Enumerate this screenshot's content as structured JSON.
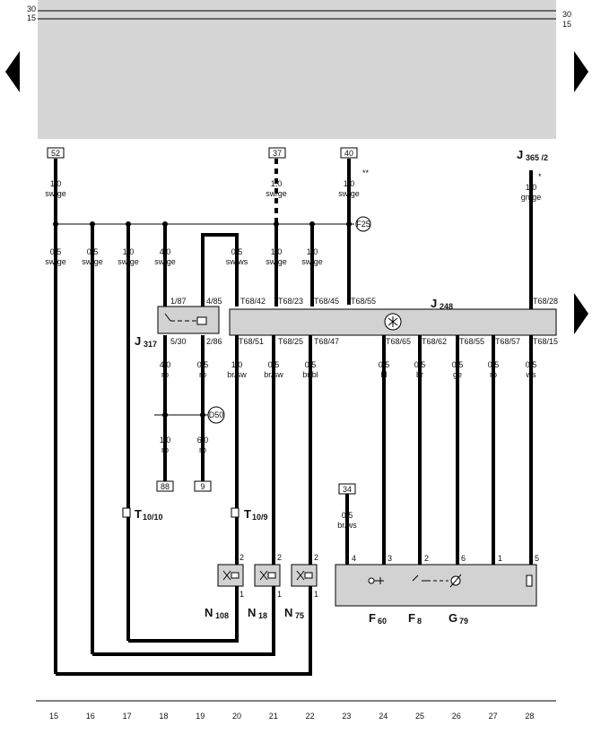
{
  "rails": {
    "left_30": "30",
    "left_15": "15",
    "right_30": "30",
    "right_15": "15"
  },
  "nav": {
    "prev_icon": "triangle-left-icon",
    "next_icon": "triangle-right-icon"
  },
  "top_terminals": {
    "t52": "52",
    "t37": "37",
    "t40": "40",
    "j365": "J",
    "j365_sub": "365 /2",
    "stars2": "**",
    "star1": "*"
  },
  "top_wires": [
    {
      "gauge": "1,0",
      "color": "sw/ge"
    },
    {
      "gauge": "1,0",
      "color": "sw/ge"
    },
    {
      "gauge": "1,0",
      "color": "sw/ge"
    },
    {
      "gauge": "1,0",
      "color": "gn/ge"
    }
  ],
  "fuse": "F25",
  "branch_wires": [
    {
      "gauge": "0,5",
      "color": "sw/ge"
    },
    {
      "gauge": "0,5",
      "color": "sw/ge"
    },
    {
      "gauge": "1,0",
      "color": "sw/ge"
    },
    {
      "gauge": "4,0",
      "color": "sw/ge"
    },
    {
      "gauge": "0,5",
      "color": "sw/ws"
    },
    {
      "gauge": "1,0",
      "color": "sw/ge"
    },
    {
      "gauge": "1,0",
      "color": "sw/ge"
    }
  ],
  "j317": {
    "label": "J",
    "sub": "317",
    "pins": [
      "1/87",
      "4/85",
      "5/30",
      "2/86"
    ]
  },
  "j248": {
    "label": "J",
    "sub": "248",
    "top_pins": [
      "T68/42",
      "T68/23",
      "T68/45",
      "T68/55",
      "T68/28"
    ],
    "bottom_pins": [
      "T68/51",
      "T68/25",
      "T68/47",
      "T68/65",
      "T68/62",
      "T68/55",
      "T68/57",
      "T68/15"
    ]
  },
  "lower_wires": [
    {
      "gauge": "4,0",
      "color": "ro"
    },
    {
      "gauge": "0,5",
      "color": "ro"
    },
    {
      "gauge": "1,0",
      "color": "br/sw"
    },
    {
      "gauge": "0,5",
      "color": "br/sw"
    },
    {
      "gauge": "0,5",
      "color": "br/bl"
    },
    {
      "gauge": "0,5",
      "color": "bl"
    },
    {
      "gauge": "0,5",
      "color": "br"
    },
    {
      "gauge": "0,5",
      "color": "ge"
    },
    {
      "gauge": "0,5",
      "color": "ro"
    },
    {
      "gauge": "0,5",
      "color": "ws"
    }
  ],
  "d50": "D50",
  "wires_88": [
    {
      "gauge": "1,0",
      "color": "ro"
    },
    {
      "gauge": "6,0",
      "color": "ro"
    }
  ],
  "terminals_bottom": {
    "t88": "88",
    "t9": "9",
    "t34": "34"
  },
  "wire_34": {
    "gauge": "0,5",
    "color": "br/ws"
  },
  "connectors": {
    "t10_10": "T",
    "t10_10_sub": "10/10",
    "t10_9": "T",
    "t10_9_sub": "10/9"
  },
  "valve_pins": {
    "top": "2",
    "bottom": "1"
  },
  "valves": [
    {
      "label": "N",
      "sub": "108"
    },
    {
      "label": "N",
      "sub": "18"
    },
    {
      "label": "N",
      "sub": "75"
    }
  ],
  "sensor_pins": [
    "4",
    "3",
    "2",
    "6",
    "1",
    "5"
  ],
  "sensors": [
    {
      "label": "F",
      "sub": "60"
    },
    {
      "label": "F",
      "sub": "8"
    },
    {
      "label": "G",
      "sub": "79"
    }
  ],
  "columns": [
    "15",
    "16",
    "17",
    "18",
    "19",
    "20",
    "21",
    "22",
    "23",
    "24",
    "25",
    "26",
    "27",
    "28"
  ]
}
